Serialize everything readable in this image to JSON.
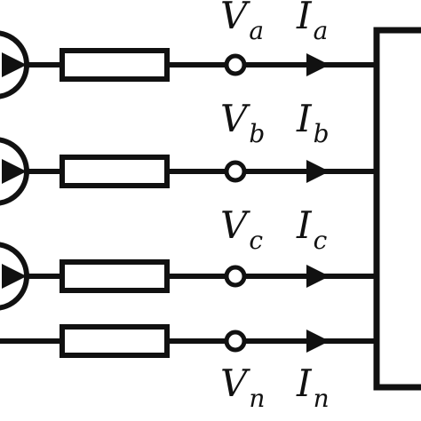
{
  "colors": {
    "line": "#111111",
    "background": "#ffffff"
  },
  "phases": [
    {
      "id": "a",
      "voltage": {
        "main": "V",
        "sub": "a"
      },
      "current": {
        "main": "I",
        "sub": "a"
      },
      "has_source": true
    },
    {
      "id": "b",
      "voltage": {
        "main": "V",
        "sub": "b"
      },
      "current": {
        "main": "I",
        "sub": "b"
      },
      "has_source": true
    },
    {
      "id": "c",
      "voltage": {
        "main": "V",
        "sub": "c"
      },
      "current": {
        "main": "I",
        "sub": "c"
      },
      "has_source": true
    },
    {
      "id": "n",
      "voltage": {
        "main": "V",
        "sub": "n"
      },
      "current": {
        "main": "I",
        "sub": "n"
      },
      "has_source": false
    }
  ]
}
